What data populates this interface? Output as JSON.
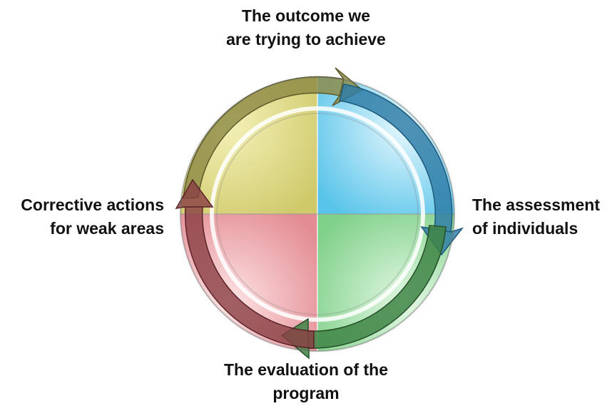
{
  "diagram": {
    "labels": {
      "top": [
        "The outcome we",
        "are trying to achieve"
      ],
      "right": [
        "The assessment",
        "of individuals"
      ],
      "bottom": [
        "The evaluation of the",
        "program"
      ],
      "left": [
        "Corrective actions",
        "for weak areas"
      ]
    },
    "colors": {
      "yellow_quadrant": "#e4e08a",
      "blue_quadrant": "#8fd8f2",
      "green_quadrant": "#b2ebb6",
      "red_quadrant": "#f3b0b4",
      "yellow_arrow": "#8d8a45",
      "blue_arrow": "#2d7ba6",
      "green_arrow": "#3f8546",
      "red_arrow": "#8a3e44"
    }
  }
}
